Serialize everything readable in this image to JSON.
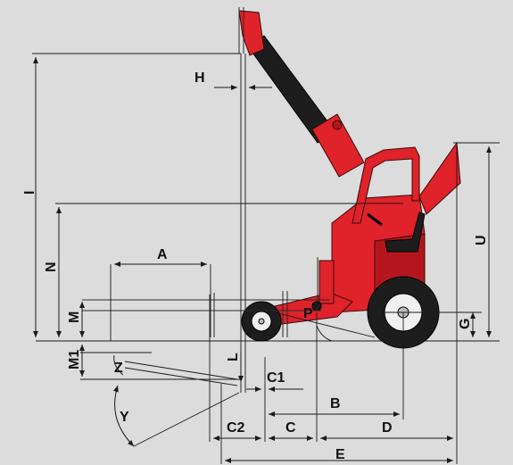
{
  "labels": {
    "H": "H",
    "I": "I",
    "N": "N",
    "M": "M",
    "M1": "M1",
    "A": "A",
    "Z": "Z",
    "Y": "Y",
    "L": "L",
    "C1": "C1",
    "C2": "C2",
    "C": "C",
    "B": "B",
    "D": "D",
    "E": "E",
    "U": "U",
    "G": "G",
    "P": "P"
  },
  "colors": {
    "machine_red": "#e0222a",
    "background": "#dcdcdc",
    "lines": "#1a1a1a"
  }
}
